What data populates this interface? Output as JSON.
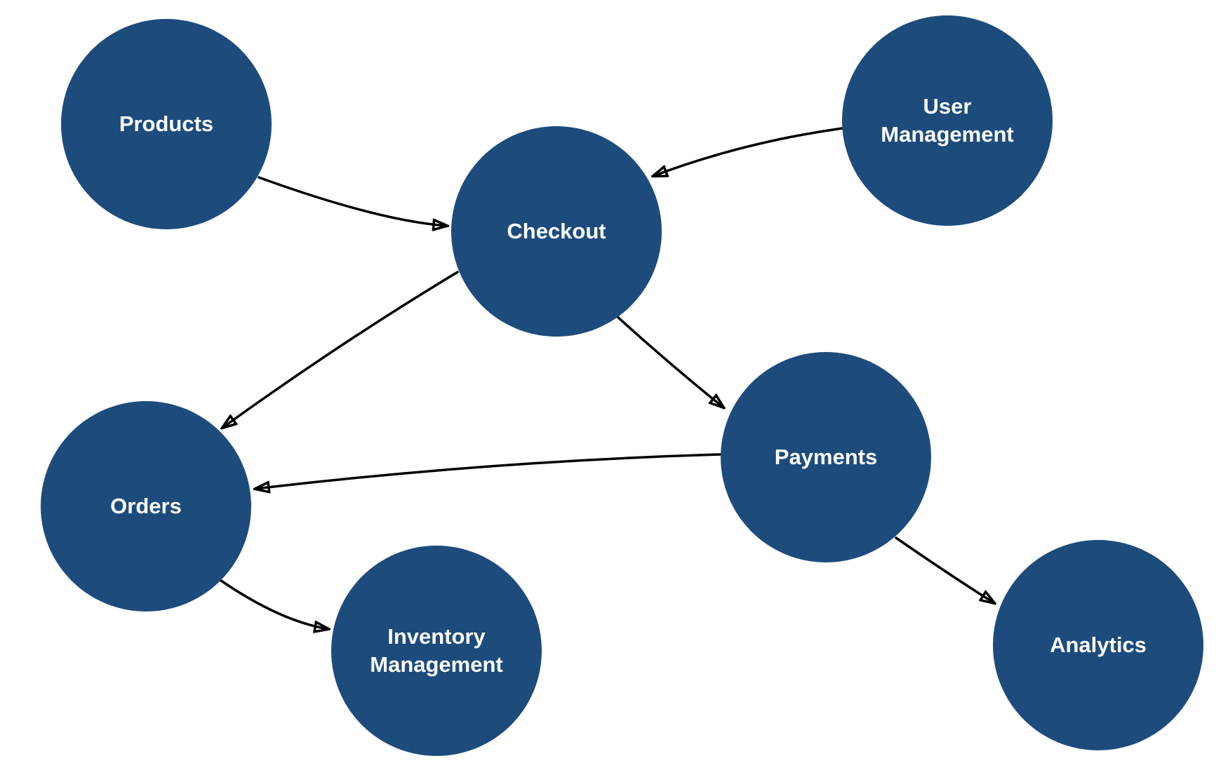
{
  "diagram": {
    "type": "directed-graph",
    "colors": {
      "background": "#ffffff",
      "node_fill": "#1d4b7c",
      "node_text": "#ffffff",
      "edge_color": "#000000"
    },
    "nodes": {
      "products": {
        "label": "Products"
      },
      "user_management": {
        "label": "User Management"
      },
      "checkout": {
        "label": "Checkout"
      },
      "orders": {
        "label": "Orders"
      },
      "payments": {
        "label": "Payments"
      },
      "inventory_management": {
        "label": "Inventory Management"
      },
      "analytics": {
        "label": "Analytics"
      }
    },
    "edges": [
      {
        "from": "Products",
        "to": "Checkout"
      },
      {
        "from": "User Management",
        "to": "Checkout"
      },
      {
        "from": "Checkout",
        "to": "Payments"
      },
      {
        "from": "Checkout",
        "to": "Orders"
      },
      {
        "from": "Payments",
        "to": "Orders"
      },
      {
        "from": "Orders",
        "to": "Inventory Management"
      },
      {
        "from": "Payments",
        "to": "Analytics"
      }
    ]
  }
}
